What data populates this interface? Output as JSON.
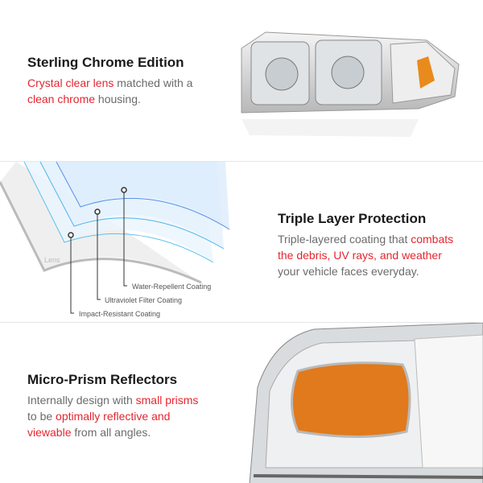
{
  "sections": [
    {
      "title": "Sterling Chrome Edition",
      "desc": [
        {
          "t": "Crystal clear lens",
          "hl": true
        },
        {
          "t": " matched with a ",
          "hl": false
        },
        {
          "t": "clean chrome",
          "hl": true
        },
        {
          "t": " housing.",
          "hl": false
        }
      ]
    },
    {
      "title": "Triple Layer Protection",
      "desc": [
        {
          "t": "Triple-layered coating that ",
          "hl": false
        },
        {
          "t": "combats the debris, UV rays, and weather",
          "hl": true
        },
        {
          "t": " your vehicle faces everyday.",
          "hl": false
        }
      ],
      "diagram": {
        "lens": "Lens",
        "layers": [
          "Water-Repellent Coating",
          "Ultraviolet Filter Coating",
          "Impact-Resistant Coating"
        ]
      }
    },
    {
      "title": "Micro-Prism Reflectors",
      "desc": [
        {
          "t": "Internally design with ",
          "hl": false
        },
        {
          "t": "small prisms",
          "hl": true
        },
        {
          "t": " to be ",
          "hl": false
        },
        {
          "t": "optimally reflective and viewable",
          "hl": true
        },
        {
          "t": " from all angles.",
          "hl": false
        }
      ]
    }
  ],
  "colors": {
    "accent": "#e5262f",
    "text": "#6b6b6b",
    "heading": "#1a1a1a"
  }
}
